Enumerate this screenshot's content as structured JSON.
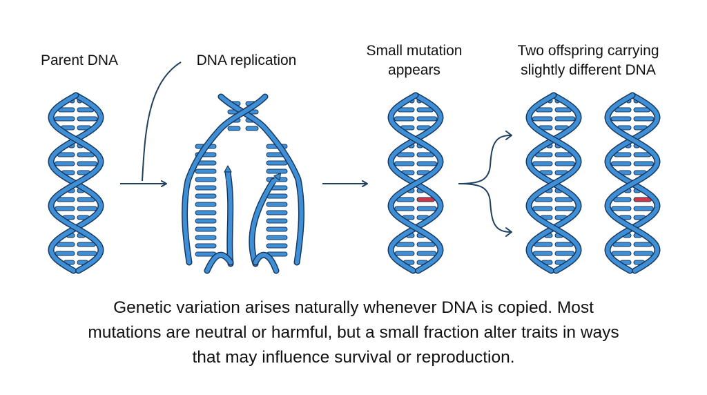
{
  "labels": {
    "parent": "Parent DNA",
    "replication": "DNA replication",
    "mutation": [
      "Small mutation",
      "appears"
    ],
    "offspring": [
      "Two offspring carrying",
      "slightly different DNA"
    ]
  },
  "caption": [
    "Genetic variation arises naturally whenever DNA is copied. Most",
    "mutations are neutral or harmful, but a small  fraction alter traits in ways",
    "that may influence survival or reproduction."
  ],
  "colors": {
    "strand": "#3f8fd6",
    "strand_outline": "#17375e",
    "base_pair": "#3f8fd6",
    "mutation": "#d63441",
    "arrow": "#1f3f5f"
  }
}
